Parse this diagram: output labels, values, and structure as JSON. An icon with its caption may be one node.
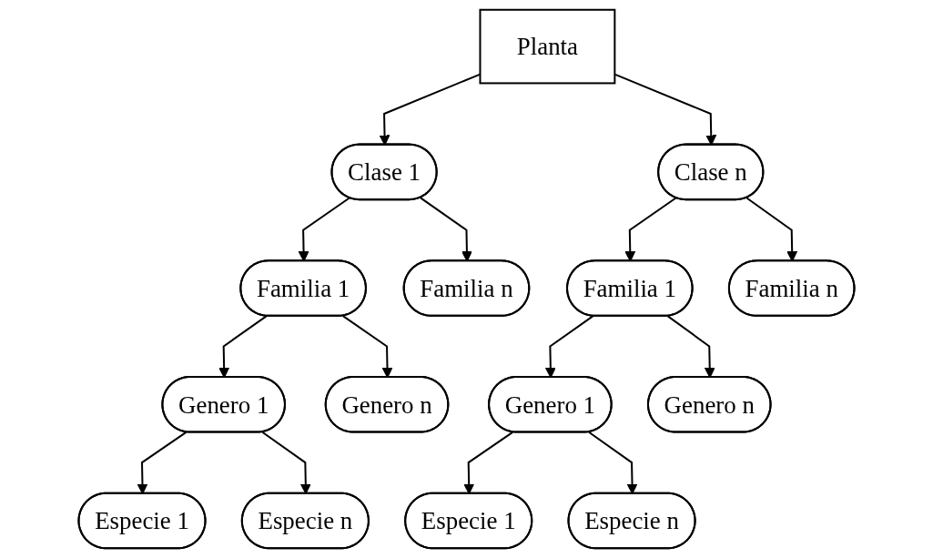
{
  "diagram": {
    "nodes": [
      {
        "text": [
          "Planta"
        ]
      },
      {
        "text": [
          "Clase 1"
        ]
      },
      {
        "text": [
          "Clase n"
        ]
      },
      {
        "text": [
          "Familia 1"
        ]
      },
      {
        "text": [
          "Familia n"
        ]
      },
      {
        "text": [
          "Familia 1"
        ]
      },
      {
        "text": [
          "Familia n"
        ]
      },
      {
        "text": [
          "Genero 1"
        ]
      },
      {
        "text": [
          "Genero n"
        ]
      },
      {
        "text": [
          "Genero 1"
        ]
      },
      {
        "text": [
          "Genero n"
        ]
      },
      {
        "text": [
          "Especie 1"
        ]
      },
      {
        "text": [
          "Especie n"
        ]
      },
      {
        "text": [
          "Especie 1"
        ]
      },
      {
        "text": [
          "Especie n"
        ]
      }
    ],
    "edges": [
      {
        "from": 0,
        "to": 1,
        "arrow": "to"
      },
      {
        "from": 0,
        "to": 2,
        "arrow": "to"
      },
      {
        "from": 1,
        "to": 3,
        "arrow": "to"
      },
      {
        "from": 1,
        "to": 4,
        "arrow": "to"
      },
      {
        "from": 2,
        "to": 5,
        "arrow": "to"
      },
      {
        "from": 2,
        "to": 6,
        "arrow": "to"
      },
      {
        "from": 3,
        "to": 7,
        "arrow": "to"
      },
      {
        "from": 3,
        "to": 8,
        "arrow": "to"
      },
      {
        "from": 5,
        "to": 9,
        "arrow": "to"
      },
      {
        "from": 5,
        "to": 10,
        "arrow": "to"
      },
      {
        "from": 7,
        "to": 11,
        "arrow": "to"
      },
      {
        "from": 7,
        "to": 12,
        "arrow": "to"
      },
      {
        "from": 9,
        "to": 13,
        "arrow": "to"
      },
      {
        "from": 9,
        "to": 14,
        "arrow": "to"
      }
    ]
  }
}
